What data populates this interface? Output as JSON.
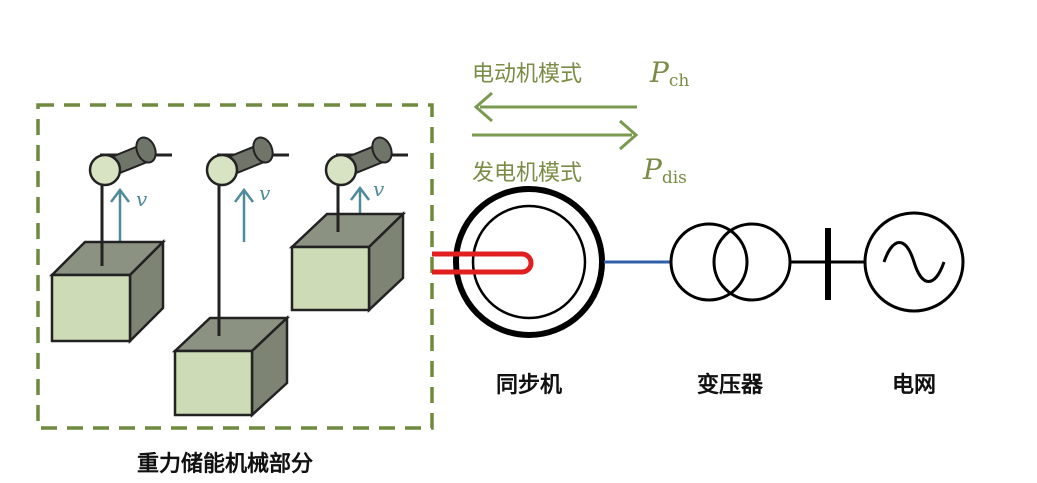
{
  "modes": {
    "motor": {
      "label": "电动机模式",
      "power_symbol": "P",
      "power_subscript": "ch"
    },
    "generator": {
      "label": "发电机模式",
      "power_symbol": "P",
      "power_subscript": "dis"
    }
  },
  "velocity_symbol": "v",
  "labels": {
    "gravity_section": "重力储能机械部分",
    "synchronous_machine": "同步机",
    "transformer": "变压器",
    "grid": "电网"
  },
  "colors": {
    "green_text": "#7a8c45",
    "arrow_green": "#7a9a50",
    "dash_green": "#6f8a3e",
    "box_front": "#cddbb6",
    "box_side": "#7d8473",
    "box_top": "#8c9282",
    "cylinder": "#6f7569",
    "cylinder_end": "#d7e3c2",
    "velocity_arrow": "#4f8b9a",
    "shaft_red": "#e02020",
    "line_blue": "#2f5fa6"
  }
}
